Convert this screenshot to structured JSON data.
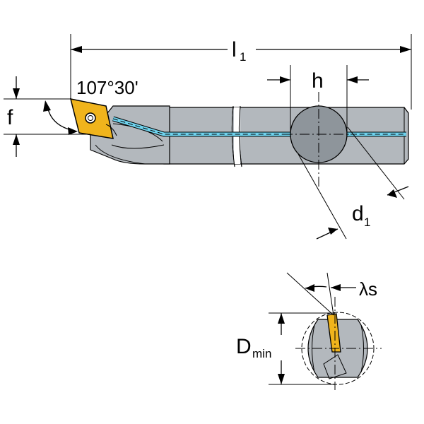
{
  "labels": {
    "l1": "l",
    "l1_sub": "1",
    "h": "h",
    "f": "f",
    "angle": "107°30'",
    "d1": "d",
    "d1_sub": "1",
    "lambda_s": "λs",
    "dmin": "D",
    "dmin_sub": "min"
  },
  "colors": {
    "shank": "#b3b8bd",
    "shank_dark": "#8e959b",
    "insert": "#f0b41c",
    "coolant": "#6fd3ee",
    "line": "#000000"
  }
}
